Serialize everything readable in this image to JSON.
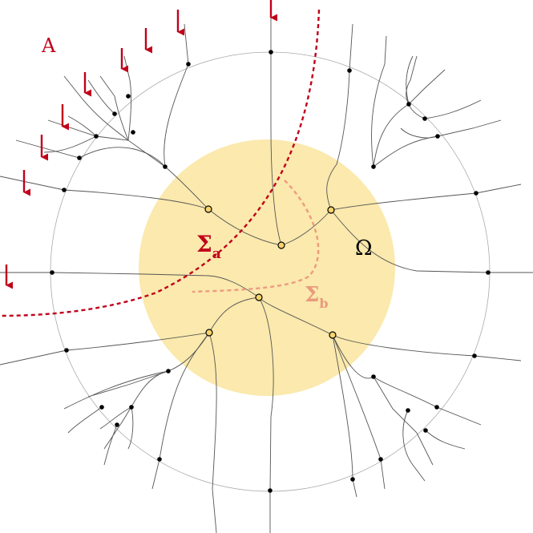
{
  "labels": {
    "region_A": "A",
    "region_omega": "Ω",
    "sigma_a_main": "Σ",
    "sigma_a_sub": "a",
    "sigma_b_main": "Σ",
    "sigma_b_sub": "b"
  },
  "colors": {
    "disk_fill": "#fbe9ad",
    "edge": "#555555",
    "circle": "#aaaaaa",
    "node": "#000000",
    "vertex_fill": "#f6d36b",
    "cut_a": "#c0001a",
    "cut_b": "#ee9a80",
    "arrow": "#c0001a",
    "label_A": "#c0001a",
    "label_sigma_a": "#c0001a",
    "label_sigma_b": "#e99a7e",
    "label_omega": "#000000"
  }
}
